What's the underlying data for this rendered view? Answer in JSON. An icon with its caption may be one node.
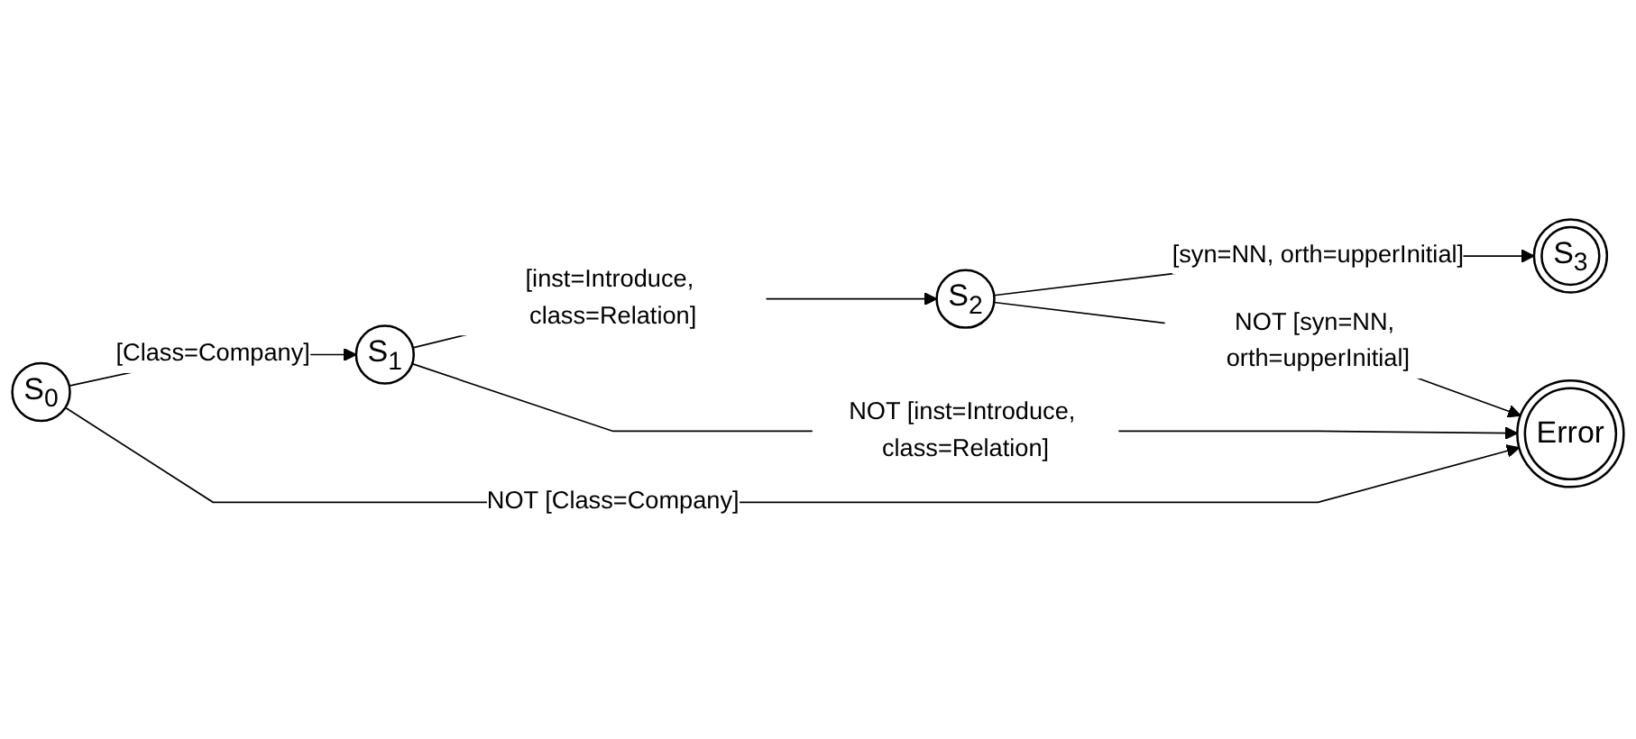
{
  "diagram": {
    "nodes": [
      {
        "text": [
          "S$_{0}$"
        ]
      },
      {
        "text": [
          "S$_{1}$"
        ]
      },
      {
        "text": [
          "S$_{2}$"
        ]
      },
      {
        "text": [
          "S$_{3}$"
        ]
      },
      {
        "text": [
          "Error"
        ]
      }
    ],
    "edges": [
      {
        "from": 0,
        "to": 1,
        "arrow": "to",
        "label": "[Class=Company]"
      },
      {
        "from": 1,
        "to": 2,
        "arrow": "to",
        "label": "[inst=Introduce, class=Relation]"
      },
      {
        "from": 2,
        "to": 3,
        "arrow": "to",
        "label": "[syn=NN, orth=upperInitial]"
      },
      {
        "from": 0,
        "to": 4,
        "arrow": "to",
        "label": "NOT [Class=Company]"
      },
      {
        "from": 1,
        "to": 4,
        "arrow": "to",
        "label": "NOT [inst=Introduce, class=Relation]"
      },
      {
        "from": 2,
        "to": 4,
        "arrow": "to",
        "label": "NOT [syn=NN, orth=upperInitial]"
      }
    ]
  }
}
